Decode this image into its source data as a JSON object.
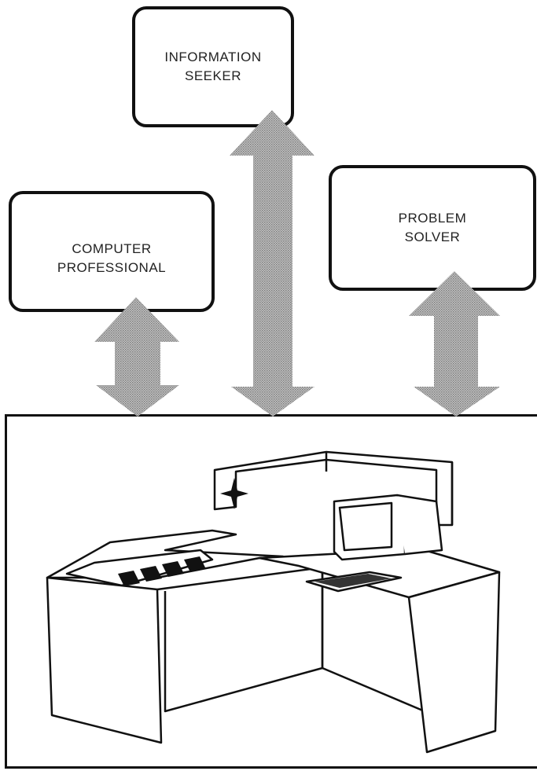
{
  "screens": {
    "information_seeker": {
      "line1": "INFORMATION",
      "line2": "SEEKER"
    },
    "computer_professional": {
      "line1": "COMPUTER",
      "line2": "PROFESSIONAL"
    },
    "problem_solver": {
      "line1": "PROBLEM",
      "line2": "SOLVER"
    }
  },
  "colors": {
    "ink": "#111111",
    "arrow_shade": "#9a9a9a"
  }
}
